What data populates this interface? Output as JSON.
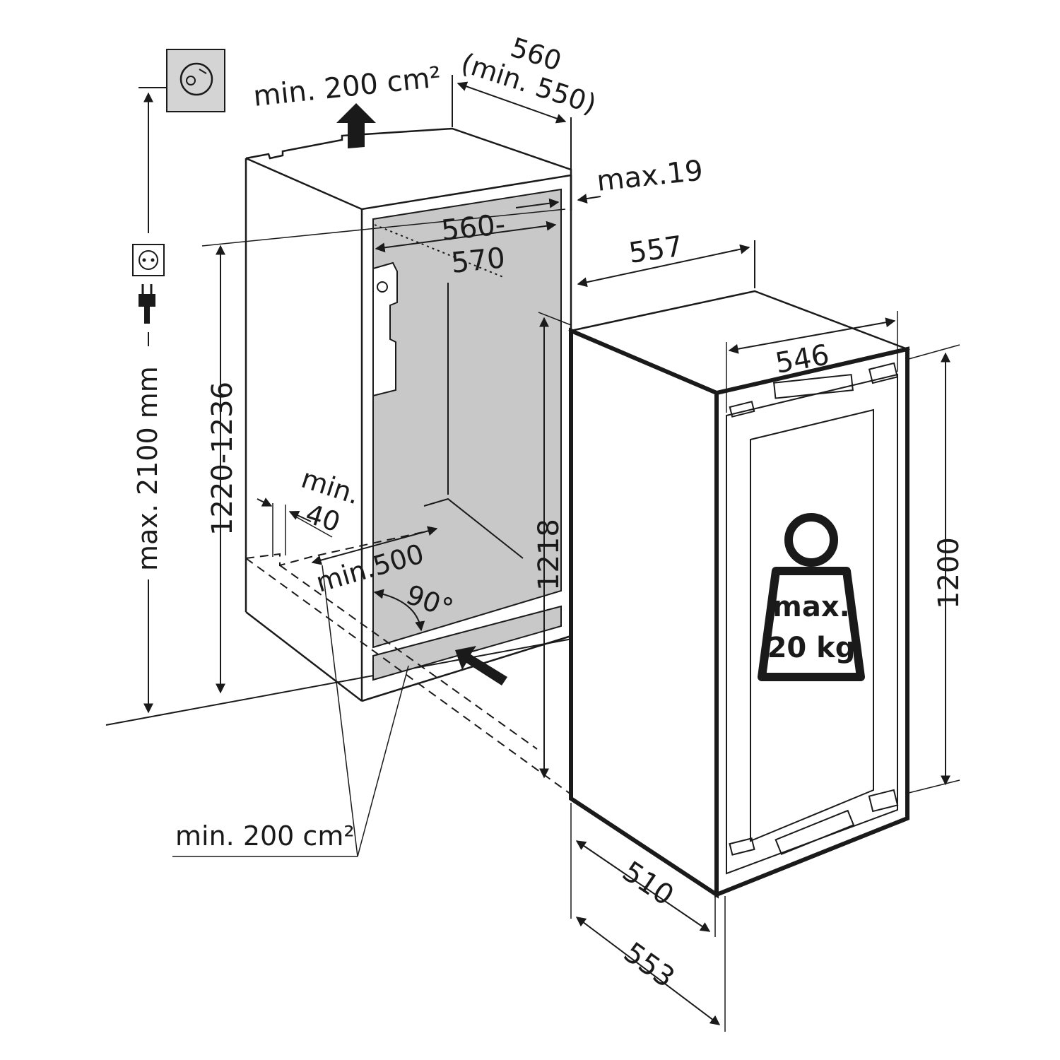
{
  "colors": {
    "line": "#1a1a1a",
    "niche_fill": "#c8c8c8",
    "socket_fill": "#d4d4d4",
    "background": "#ffffff"
  },
  "icons": {
    "socket_wall": "wall-socket-icon",
    "socket_small": "power-socket-icon",
    "plug": "power-plug-icon",
    "weight": "weight-icon",
    "arrow_up": "airflow-up-arrow-icon",
    "arrow_in": "airflow-in-arrow-icon"
  },
  "labels": {
    "vent_top": "min. 200 cm²",
    "niche_depth": "560",
    "niche_depth_min": "(min. 550)",
    "max_gap": "max.19",
    "niche_width_a": "560-",
    "niche_width_b": "570",
    "appliance_depth": "557",
    "appliance_width": "546",
    "max_height": "max. 2100 mm",
    "niche_height": "1220-1236",
    "min_40_a": "min.",
    "min_40_b": "40",
    "min_500": "min.500",
    "angle": "90°",
    "height_1218": "1218",
    "vent_bottom": "min. 200 cm²",
    "height_1200": "1200",
    "depth_510": "510",
    "depth_553": "553",
    "weight_a": "max.",
    "weight_b": "20 kg"
  }
}
